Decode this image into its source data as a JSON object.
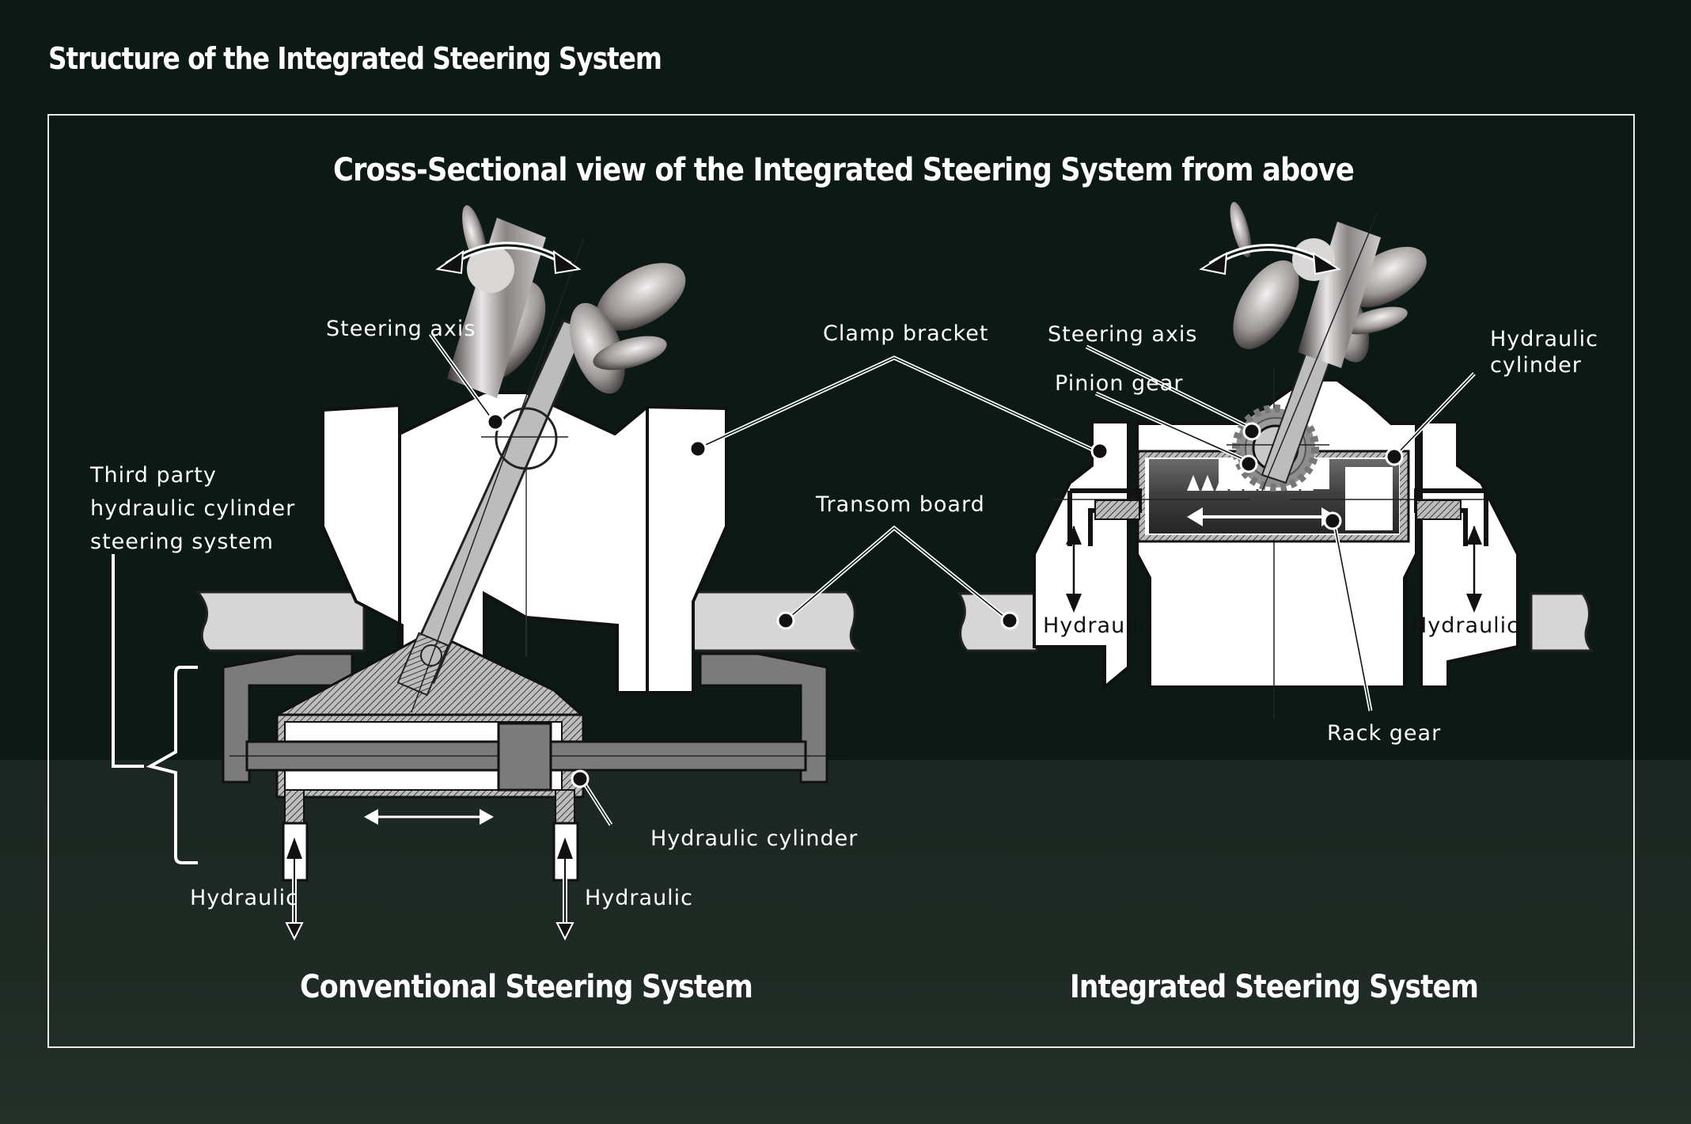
{
  "header": {
    "title": "Structure of the Integrated Steering System"
  },
  "diagram": {
    "subtitle": "Cross-Sectional view of the Integrated Steering System from above",
    "shared_labels": {
      "clamp_bracket": "Clamp bracket",
      "transom_board": "Transom board"
    },
    "conventional": {
      "caption": "Conventional Steering System",
      "steering_axis": "Steering axis",
      "third_party": [
        "Third party",
        "hydraulic cylinder",
        "steering system"
      ],
      "hydraulic_cylinder": "Hydraulic cylinder",
      "hydraulic_left": "Hydraulic",
      "hydraulic_right": "Hydraulic"
    },
    "integrated": {
      "caption": "Integrated Steering System",
      "steering_axis": "Steering axis",
      "pinion_gear": "Pinion gear",
      "hydraulic_cylinder": [
        "Hydraulic",
        "cylinder"
      ],
      "rack_gear": "Rack gear",
      "hydraulic_left": "Hydraulic",
      "hydraulic_right": "Hydraulic"
    }
  },
  "colors": {
    "background_top": "#0c1914",
    "background_bottom": "#1f2a25",
    "bracket_fill": "#ffffff",
    "transom_fill": "#d6d6d6",
    "cylinder_grey": "#7b7b7b",
    "outline": "#1a1a1a"
  }
}
